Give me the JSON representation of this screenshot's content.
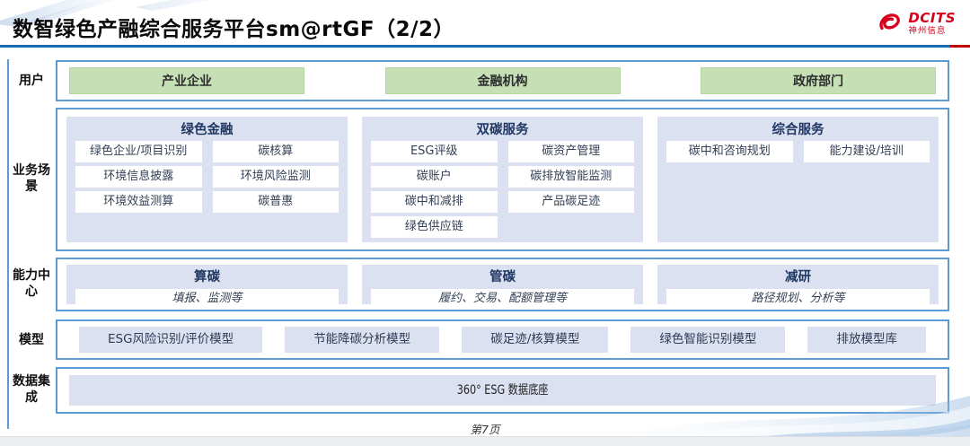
{
  "header": {
    "title": "数智绿色产融综合服务平台sm@rtGF（2/2）",
    "logo": {
      "icon": "dcits-swirl-icon",
      "brand": "DCITS",
      "brand_cn": "神州信息"
    }
  },
  "rows": {
    "users": {
      "label": "用户",
      "items": [
        "产业企业",
        "金融机构",
        "政府部门"
      ]
    },
    "scenarios": {
      "label": "业务场景",
      "columns": [
        {
          "title": "绿色金融",
          "items": [
            "绿色企业/项目识别",
            "碳核算",
            "环境信息披露",
            "环境风险监测",
            "环境效益测算",
            "碳普惠"
          ]
        },
        {
          "title": "双碳服务",
          "items": [
            "ESG评级",
            "碳资产管理",
            "碳账户",
            "碳排放智能监测",
            "碳中和减排",
            "产品碳足迹",
            "绿色供应链"
          ]
        },
        {
          "title": "综合服务",
          "items": [
            "碳中和咨询规划",
            "能力建设/培训"
          ]
        }
      ]
    },
    "capabilities": {
      "label": "能力中心",
      "columns": [
        {
          "title": "算碳",
          "desc": "填报、监测等"
        },
        {
          "title": "管碳",
          "desc": "履约、交易、配额管理等"
        },
        {
          "title": "减研",
          "desc": "路径规划、分析等"
        }
      ]
    },
    "models": {
      "label": "模型",
      "items": [
        "ESG风险识别/评价模型",
        "节能降碳分析模型",
        "碳足迹/核算模型",
        "绿色智能识别模型",
        "排放模型库"
      ]
    },
    "data_integration": {
      "label": "数据集成",
      "item": "360° ESG 数据底座"
    }
  },
  "footer": {
    "page_label": "第7页"
  },
  "colors": {
    "box_border_blue": "#5b9bd5",
    "panel_blue": "#dce1f1",
    "user_green": "#c5e0b4",
    "rule_blue": "#1b69ae",
    "rule_red": "#c00000",
    "logo_red": "#d6001c",
    "header_text_navy": "#203864"
  }
}
